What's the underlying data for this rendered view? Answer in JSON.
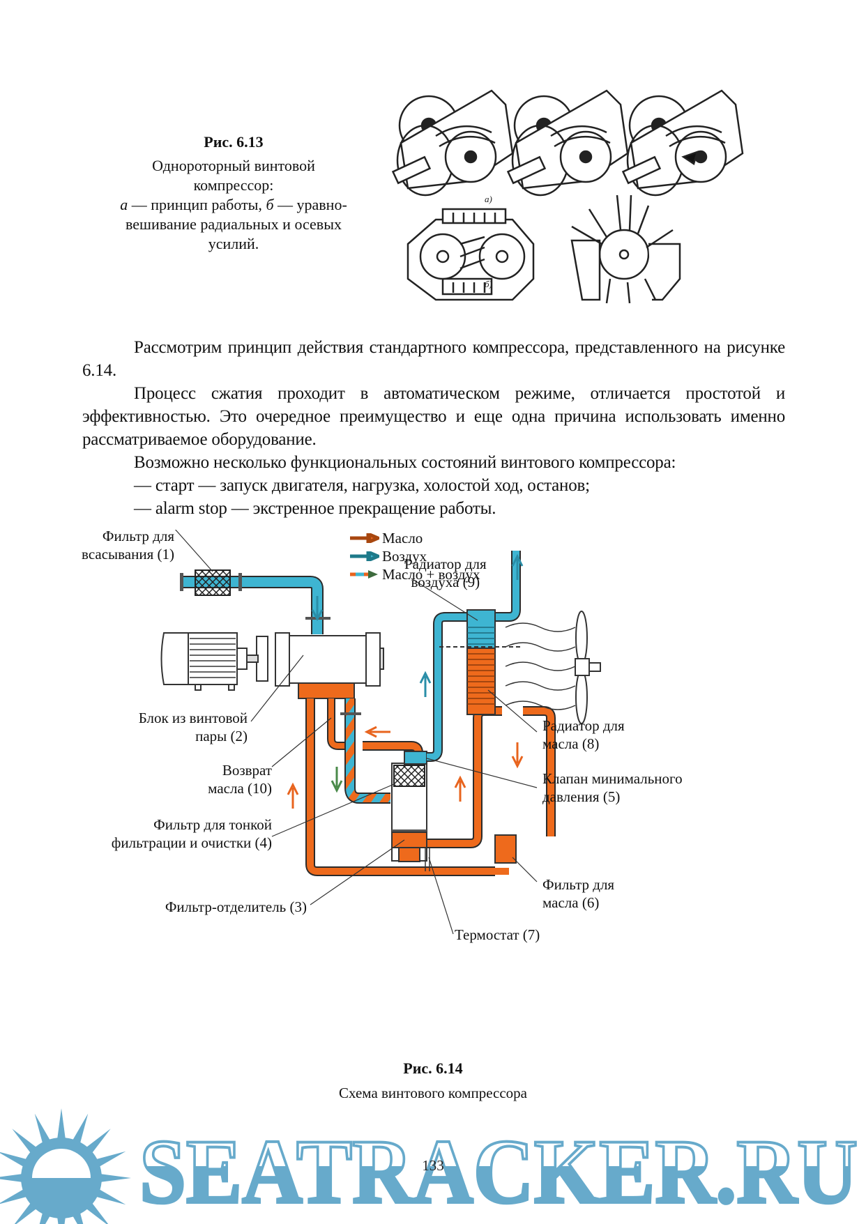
{
  "figure_6_13": {
    "title": "Рис. 6.13",
    "line1": "Однороторный винтовой",
    "line2": "компрессор:",
    "item_a_letter": "а",
    "item_a_text": " — принцип работы, ",
    "item_b_letter": "б",
    "item_b_text": " — уравно-",
    "line4": "вешивание радиальных и осевых",
    "line5": "усилий.",
    "sub_label_a": "а)",
    "sub_label_b": "б)"
  },
  "body": {
    "paragraphs": [
      "Рассмотрим принцип действия стандартного компрессора, представленного на рисунке 6.14.",
      "Процесс сжатия проходит в автоматическом режиме, отличается простотой и эффективностью. Это очередное преимущество и еще одна причина использовать именно рассматриваемое оборудование.",
      "Возможно несколько функциональных состояний винтового компрессора:"
    ],
    "list_items": [
      "— старт — запуск двигателя, нагрузка, холостой ход, останов;",
      "— alarm stop — экстренное прекращение работы."
    ]
  },
  "figure_6_14": {
    "legend": [
      {
        "label": "Масло",
        "icon": "oil-arrow-icon",
        "color": "#e8641e"
      },
      {
        "label": "Воздух",
        "icon": "air-arrow-icon",
        "color": "#3fb6d0"
      },
      {
        "label": "Масло + воздух",
        "icon": "oil-air-arrow-icon",
        "color": "#6a8f4a"
      }
    ],
    "labels": {
      "intake_filter": [
        "Фильтр для",
        "всасывания (1)"
      ],
      "screw_block": [
        "Блок из винтовой",
        "пары (2)"
      ],
      "separator": "Фильтр-отделитель (3)",
      "fine_filter": [
        "Фильтр для тонкой",
        "фильтрации и очистки (4)"
      ],
      "min_pressure_valve": [
        "Клапан минимального",
        "давления (5)"
      ],
      "oil_filter": [
        "Фильтр для",
        "масла (6)"
      ],
      "thermostat": "Термостат (7)",
      "oil_radiator": [
        "Радиатор для",
        "масла (8)"
      ],
      "air_radiator": [
        "Радиатор для",
        "воздуха (9)"
      ],
      "oil_return": [
        "Возврат",
        "масла (10)"
      ]
    },
    "colors": {
      "oil": "#ee6a1c",
      "air": "#3eb5d2",
      "outline": "#2b2b2b"
    },
    "title": "Рис. 6.14",
    "caption": "Схема винтового компрессора"
  },
  "footer": {
    "page_number": "133",
    "watermark_text": "SEATRACKER.RU",
    "watermark_color": "#67aacb"
  }
}
